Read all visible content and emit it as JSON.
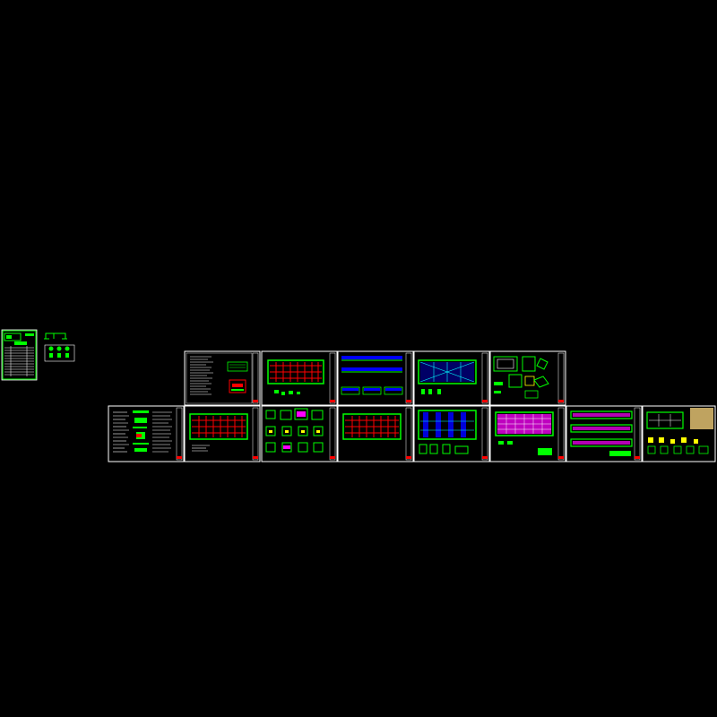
{
  "viewer": {
    "background": "#000000",
    "colors": {
      "frame": "#ffffff",
      "grid": "#00ff00",
      "beam": "#ff0000",
      "hatch": "#ff00ff",
      "wall": "#0000ff",
      "detail": "#ffff00",
      "note": "#d4b56a",
      "text": "#ffffff"
    }
  },
  "sheets": [
    {
      "id": "index-sheet",
      "kind": "table"
    },
    {
      "id": "section-symbol",
      "kind": "symbol"
    },
    {
      "id": "detail-symbols",
      "kind": "symbol-group"
    },
    {
      "id": "sheet-01",
      "kind": "notes"
    },
    {
      "id": "sheet-02",
      "kind": "plan",
      "content": "red-grid"
    },
    {
      "id": "sheet-03",
      "kind": "elevation",
      "content": "blue-bands"
    },
    {
      "id": "sheet-04",
      "kind": "plan",
      "content": "blue-diagonal"
    },
    {
      "id": "sheet-05",
      "kind": "details"
    },
    {
      "id": "sheet-06",
      "kind": "notes-table"
    },
    {
      "id": "sheet-07",
      "kind": "plan",
      "content": "red-grid"
    },
    {
      "id": "sheet-08",
      "kind": "details"
    },
    {
      "id": "sheet-09",
      "kind": "plan",
      "content": "red-grid"
    },
    {
      "id": "sheet-10",
      "kind": "plan",
      "content": "blue-columns"
    },
    {
      "id": "sheet-11",
      "kind": "plan",
      "content": "magenta-hatch"
    },
    {
      "id": "sheet-12",
      "kind": "elevation",
      "content": "multi-strip"
    },
    {
      "id": "sheet-13",
      "kind": "plan-details",
      "content": "yellow-notes"
    }
  ]
}
